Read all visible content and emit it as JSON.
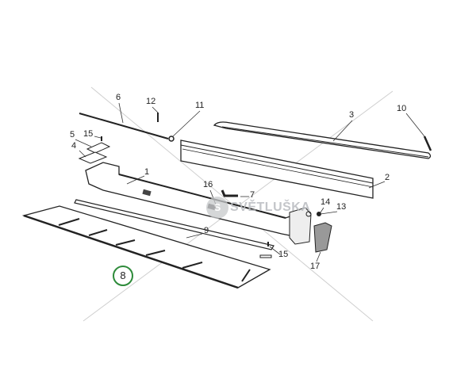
{
  "watermark": {
    "brand": "SVĚTLUŠKA",
    "logo_letter": "S"
  },
  "part_labels": {
    "p1": "1",
    "p2": "2",
    "p3": "3",
    "p4": "4",
    "p5": "5",
    "p6": "6",
    "p7": "7",
    "p8": "8",
    "p9": "9",
    "p10": "10",
    "p11": "11",
    "p12": "12",
    "p13": "13",
    "p14": "14",
    "p15a": "15",
    "p15b": "15",
    "p16": "16",
    "p17": "17"
  },
  "highlight_color": "#2e8b3a"
}
